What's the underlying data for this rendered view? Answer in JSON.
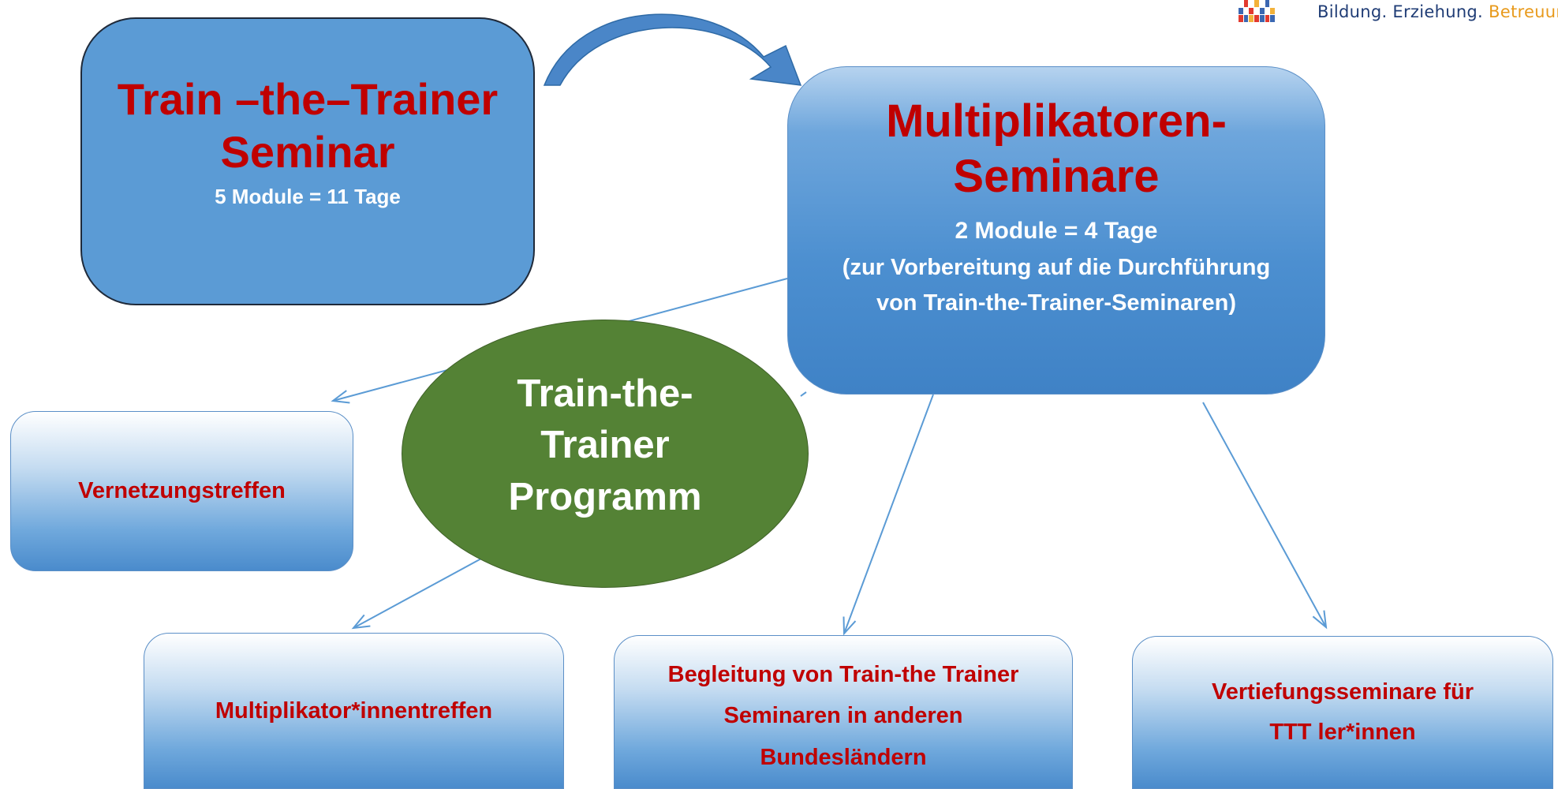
{
  "logo": {
    "word1": "Bildung.",
    "word2": "Erziehung.",
    "word3": "Betreuun"
  },
  "train_box": {
    "title_line1": "Train –the–Trainer",
    "title_line2": "Seminar",
    "subtitle": "5 Module = 11 Tage"
  },
  "multi_box": {
    "title_line1": "Multiplikatoren-",
    "title_line2": "Seminare",
    "line1": "2 Module = 4 Tage",
    "line2": "(zur Vorbereitung auf die Durchführung",
    "line3": "von Train-the-Trainer-Seminaren)"
  },
  "center": {
    "line1": "Train-the-",
    "line2": "Trainer",
    "line3": "Programm"
  },
  "nodes": {
    "vernetzung": "Vernetzungstreffen",
    "multiplikator": "Multiplikator*innentreffen",
    "begleitung": {
      "line1": "Begleitung von Train-the Trainer",
      "line2": "Seminaren in anderen",
      "line3": "Bundesländern"
    },
    "vertiefung": {
      "line1": "Vertiefungsseminare für",
      "line2": "TTT ler*innen"
    }
  },
  "colors": {
    "title_red": "#c00000",
    "box_blue": "#5b9bd5",
    "ellipse_green": "#548235",
    "connector_blue": "#5b9bd5"
  }
}
